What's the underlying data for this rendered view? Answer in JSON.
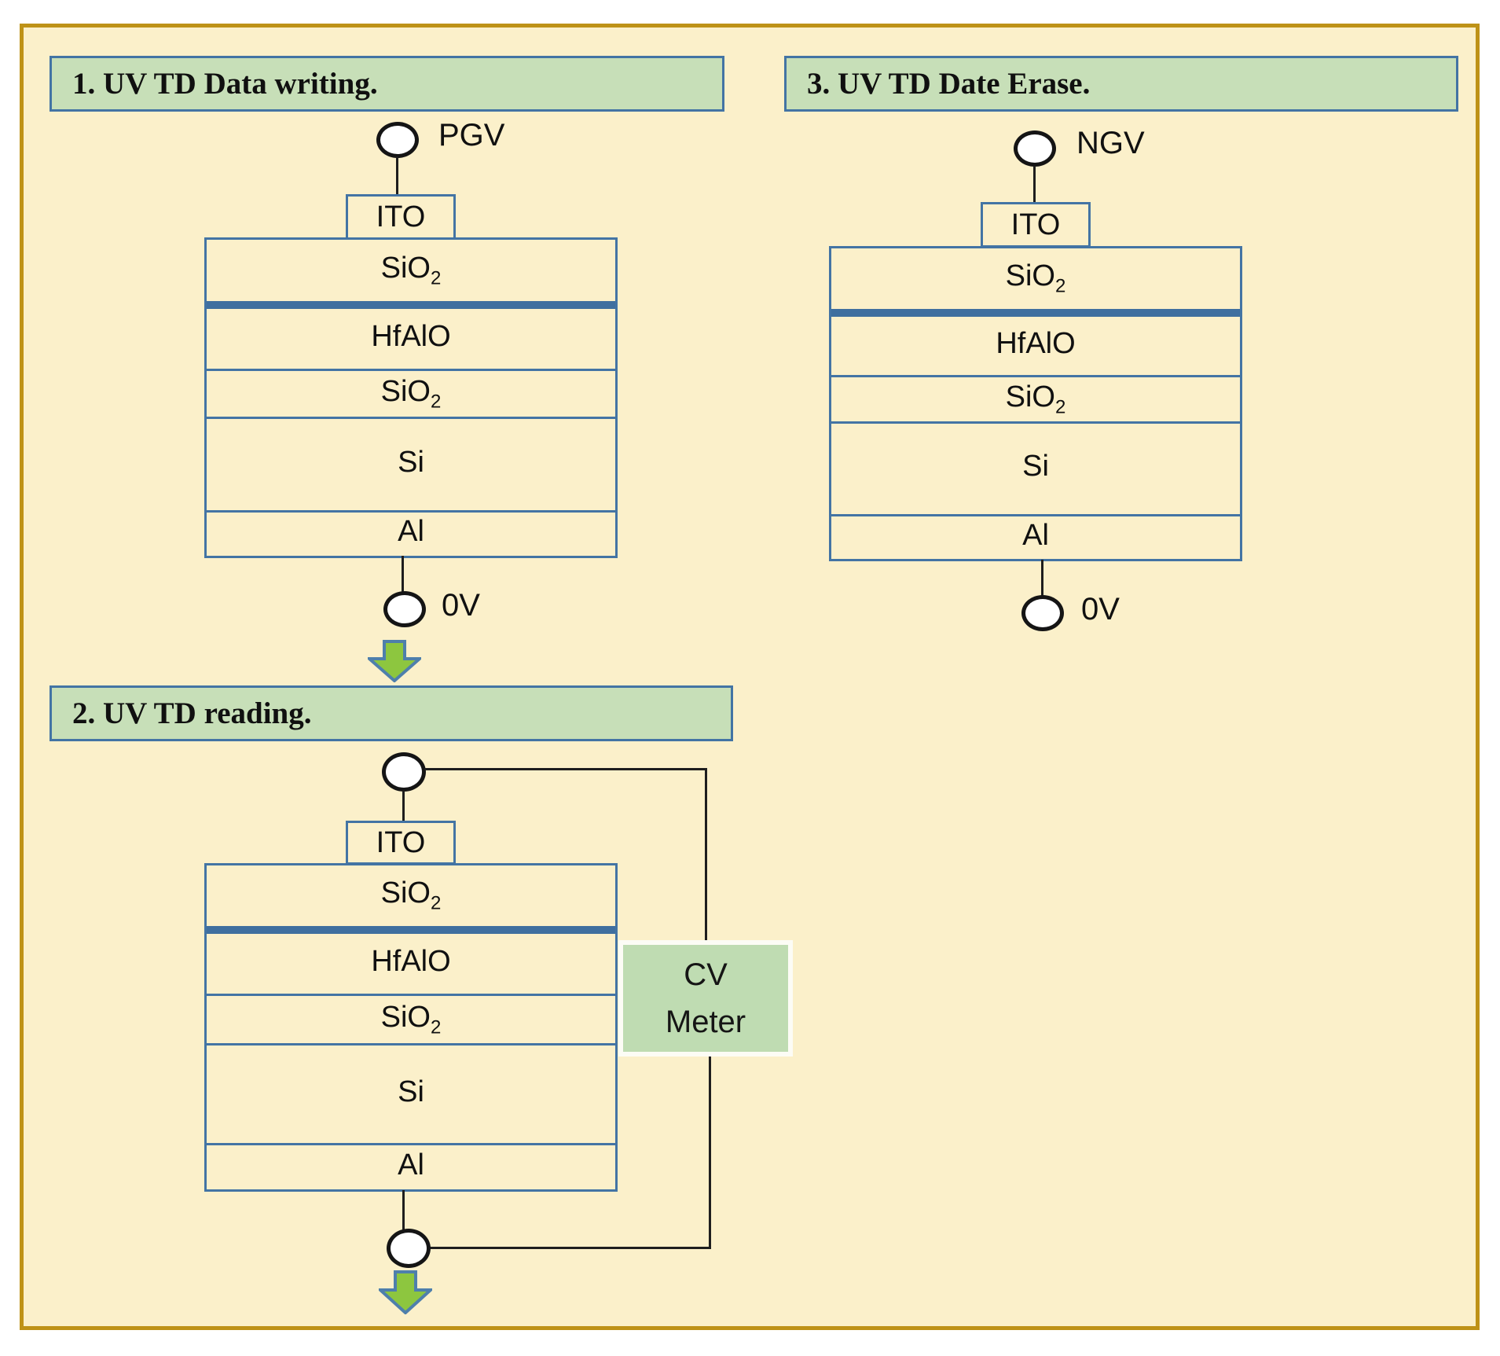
{
  "colors": {
    "background": "#FBF0CA",
    "frame_border": "#BE9217",
    "banner_fill": "#C7DFB8",
    "banner_border": "#4374A4",
    "stack_border": "#4374A4",
    "thick_divider": "#3F6F9F",
    "arrow_fill": "#8DC63F",
    "arrow_border": "#4E7FAC",
    "meter_fill": "#BFDCB2",
    "meter_border": "#FCFCF5",
    "wire": "#1E1E1E"
  },
  "panels": {
    "writing": {
      "title": "1. UV TD Data writing.",
      "top_terminal_label": "PGV",
      "bottom_terminal_label": "0V",
      "electrode": "ITO",
      "layers": [
        {
          "name": "SiO",
          "sub": "2"
        },
        {
          "name": "HfAlO",
          "sub": ""
        },
        {
          "name": "SiO",
          "sub": "2"
        },
        {
          "name": "Si",
          "sub": ""
        },
        {
          "name": "Al",
          "sub": ""
        }
      ]
    },
    "reading": {
      "title": "2. UV TD reading.",
      "electrode": "ITO",
      "meter": {
        "line1": "CV",
        "line2": "Meter"
      },
      "layers": [
        {
          "name": "SiO",
          "sub": "2"
        },
        {
          "name": "HfAlO",
          "sub": ""
        },
        {
          "name": "SiO",
          "sub": "2"
        },
        {
          "name": "Si",
          "sub": ""
        },
        {
          "name": "Al",
          "sub": ""
        }
      ]
    },
    "erase": {
      "title": "3. UV TD Date Erase.",
      "top_terminal_label": "NGV",
      "bottom_terminal_label": "0V",
      "electrode": "ITO",
      "layers": [
        {
          "name": "SiO",
          "sub": "2"
        },
        {
          "name": "HfAlO",
          "sub": ""
        },
        {
          "name": "SiO",
          "sub": "2"
        },
        {
          "name": "Si",
          "sub": ""
        },
        {
          "name": "Al",
          "sub": ""
        }
      ]
    }
  }
}
